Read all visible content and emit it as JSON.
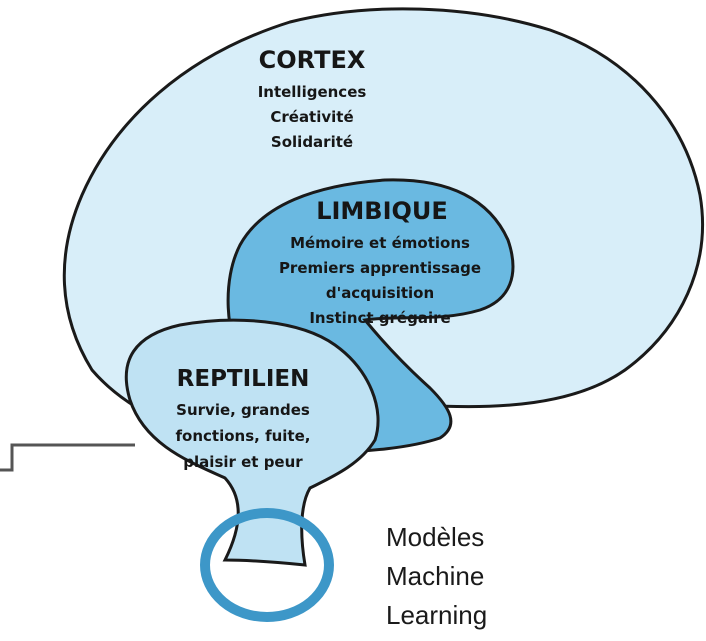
{
  "colors": {
    "cortex_fill": "#d8eef9",
    "limbic_fill": "#6ab9e1",
    "reptilian_fill": "#bfe2f3",
    "outline": "#1a1a1a",
    "connector": "#555555",
    "highlight_ring": "#3d97c8",
    "text": "#161616"
  },
  "cortex": {
    "title": "CORTEX",
    "lines": [
      "Intelligences",
      "Créativité",
      "Solidarité"
    ]
  },
  "limbic": {
    "title": "LIMBIQUE",
    "lines": [
      "Mémoire et émotions",
      "Premiers apprentissage",
      "d'acquisition",
      "Instinct grégaire"
    ]
  },
  "reptilian": {
    "title": "REPTILIEN",
    "lines": [
      "Survie, grandes",
      "fonctions, fuite,",
      "plaisir et peur"
    ]
  },
  "ml_label": {
    "lines": [
      "Modèles",
      "Machine",
      "Learning"
    ]
  },
  "icons": {
    "highlight": "highlight-circle-icon",
    "connector": "connector-line-icon"
  }
}
